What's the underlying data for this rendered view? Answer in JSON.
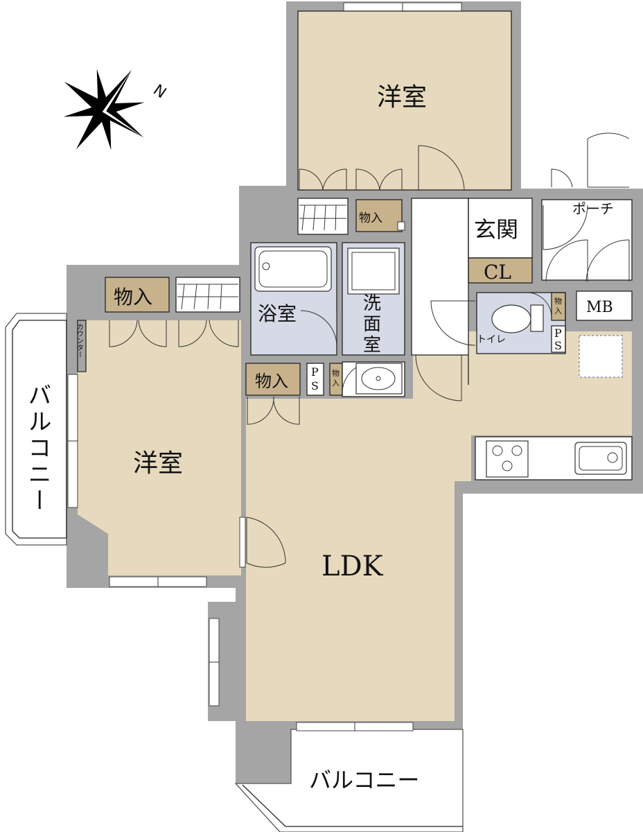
{
  "compass": {
    "north_letter": "N"
  },
  "rooms": {
    "bedroom_top": "洋室",
    "bedroom_left": "洋室",
    "ldk": "LDK",
    "genkan": "玄関",
    "closet": "CL",
    "porch": "ポーチ",
    "mb": "MB",
    "bath": "浴室",
    "washroom_1": "洗",
    "washroom_2": "面",
    "washroom_3": "室",
    "toilet": "トイレ",
    "storage_top": "物入",
    "storage_left": "物入",
    "storage_mid": "物入",
    "storage_small_1": "物",
    "storage_small_2": "入",
    "storage_toilet_1": "物",
    "storage_toilet_2": "入",
    "ps_1_a": "P",
    "ps_1_b": "S",
    "ps_2_a": "P",
    "ps_2_b": "S",
    "counter": "カウンター",
    "balcony_left": "バルコニー",
    "balcony_bottom": "バルコニー"
  }
}
